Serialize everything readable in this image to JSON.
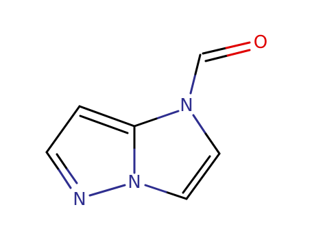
{
  "molecule": {
    "atoms": {
      "n_top": {
        "element": "N",
        "label": "N",
        "color": "#2e2e8f"
      },
      "n_bridge": {
        "element": "N",
        "label": "N",
        "color": "#2e2e8f"
      },
      "n_bottom": {
        "element": "N",
        "label": "N",
        "color": "#2e2e8f"
      },
      "o_carbonyl": {
        "element": "O",
        "label": "O",
        "color": "#e00000"
      }
    },
    "bond_colors": {
      "carbon": "#000000",
      "nitrogen": "#2e2e8f",
      "oxygen": "#e00000"
    }
  }
}
